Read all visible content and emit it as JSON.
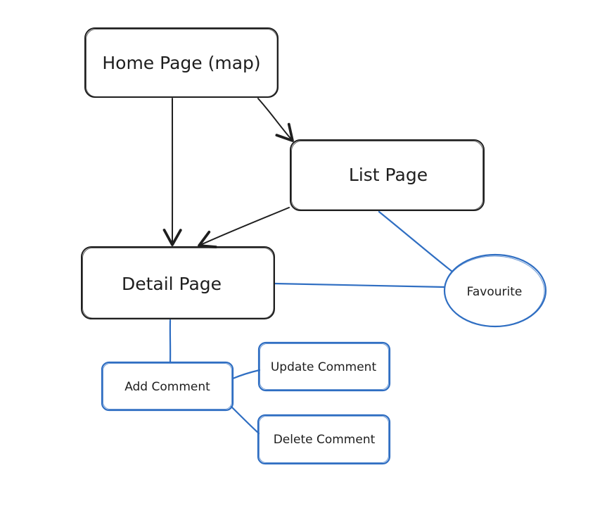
{
  "diagram": {
    "nodes": {
      "home": {
        "label": "Home Page (map)"
      },
      "list": {
        "label": "List Page"
      },
      "detail": {
        "label": "Detail Page"
      },
      "favourite": {
        "label": "Favourite"
      },
      "add_comment": {
        "label": "Add Comment"
      },
      "update_comment": {
        "label": "Update Comment"
      },
      "delete_comment": {
        "label": "Delete Comment"
      }
    },
    "colors": {
      "primary_stroke": "#1e1e1e",
      "secondary_stroke": "#2f6ec2",
      "background": "#ffffff"
    },
    "edges": [
      {
        "from": "home",
        "to": "detail",
        "style": "arrow"
      },
      {
        "from": "home",
        "to": "list",
        "style": "arrow"
      },
      {
        "from": "list",
        "to": "detail",
        "style": "arrow"
      },
      {
        "from": "list",
        "to": "favourite",
        "style": "line"
      },
      {
        "from": "detail",
        "to": "favourite",
        "style": "line"
      },
      {
        "from": "detail",
        "to": "add_comment",
        "style": "line"
      },
      {
        "from": "add_comment",
        "to": "update_comment",
        "style": "line"
      },
      {
        "from": "add_comment",
        "to": "delete_comment",
        "style": "line"
      }
    ]
  }
}
